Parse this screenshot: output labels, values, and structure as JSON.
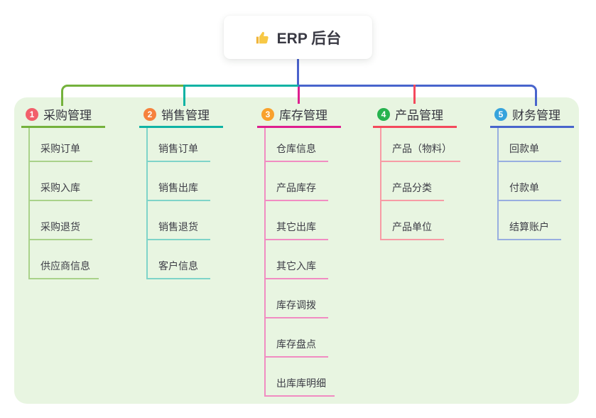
{
  "root": {
    "title": "ERP 后台",
    "icon": "👍",
    "icon_name": "thumbs-up-icon",
    "icon_color": "#f7c53c"
  },
  "canvas_background": "#e8f5e1",
  "connector_colors": {
    "root_drop": "#4a62cd"
  },
  "branches": [
    {
      "index": "1",
      "label": "采购管理",
      "color": "#74b23c",
      "light_color": "#a9d28a",
      "badge_color": "#f25f6b",
      "children": [
        "采购订单",
        "采购入库",
        "采购退货",
        "供应商信息"
      ]
    },
    {
      "index": "2",
      "label": "销售管理",
      "color": "#0fb3a4",
      "light_color": "#7fd4c9",
      "badge_color": "#f6813d",
      "children": [
        "销售订单",
        "销售出库",
        "销售退货",
        "客户信息"
      ]
    },
    {
      "index": "3",
      "label": "库存管理",
      "color": "#de1f8f",
      "light_color": "#f18cc2",
      "badge_color": "#f9a12c",
      "children": [
        "仓库信息",
        "产品库存",
        "其它出库",
        "其它入库",
        "库存调拨",
        "库存盘点",
        "出库库明细"
      ]
    },
    {
      "index": "4",
      "label": "产品管理",
      "color": "#f4495c",
      "light_color": "#f79ba5",
      "badge_color": "#27b34f",
      "children": [
        "产品（物料）",
        "产品分类",
        "产品单位"
      ]
    },
    {
      "index": "5",
      "label": "财务管理",
      "color": "#4864cc",
      "light_color": "#98aee0",
      "badge_color": "#36a3dc",
      "children": [
        "回款单",
        "付款单",
        "结算账户"
      ]
    }
  ]
}
